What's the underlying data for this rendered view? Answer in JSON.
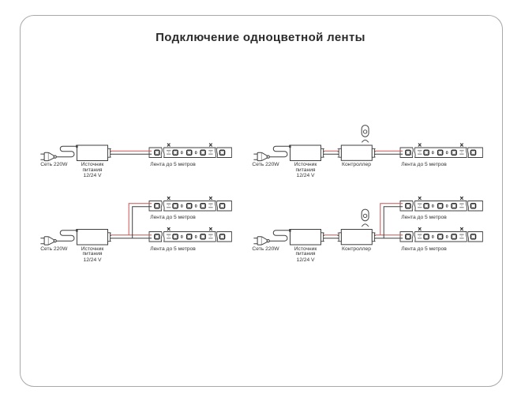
{
  "title": "Подключение одноцветной ленты",
  "cut_mark": "x",
  "colors": {
    "outline_dark": "#3f3f3f",
    "wire_red": "#c75454",
    "wire_black": "#3f3f3f",
    "led_border": "#262626",
    "pad_gray": "#9d9d9d",
    "frame_border": "#a9a9a9",
    "text": "#333333",
    "title_text": "#2b2b2b"
  },
  "diagrams": [
    {
      "name": "power-supply-to-single-strip",
      "mains": "Сеть 220W",
      "psu_line1": "Источник",
      "psu_line2": "питания",
      "voltage": "12/24 V",
      "strip_1": "Лента до 5 метров"
    },
    {
      "name": "power-supply-controller-single-strip",
      "mains": "Сеть 220W",
      "psu_line1": "Источник",
      "psu_line2": "питания",
      "voltage": "12/24 V",
      "controller": "Контроллер",
      "strip_1": "Лента до 5 метров"
    },
    {
      "name": "power-supply-to-two-strips",
      "mains": "Сеть 220W",
      "psu_line1": "Источник",
      "psu_line2": "питания",
      "voltage": "12/24 V",
      "strip_1": "Лента до 5 метров",
      "strip_2": "Лента до 5 метров"
    },
    {
      "name": "power-supply-controller-two-strips",
      "mains": "Сеть 220W",
      "psu_line1": "Источник",
      "psu_line2": "питания",
      "voltage": "12/24 V",
      "controller": "Контроллер",
      "strip_1": "Лента до 5 метров",
      "strip_2": "Лента до 5 метров"
    }
  ]
}
